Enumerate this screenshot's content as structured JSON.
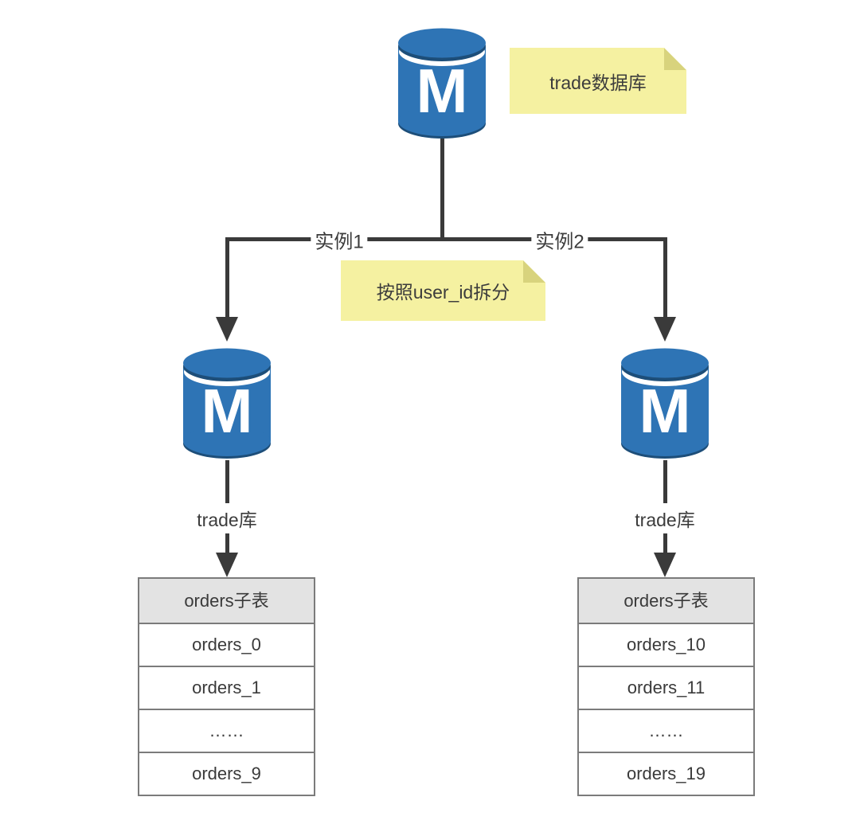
{
  "colors": {
    "line": "#3a3a3a",
    "note_bg": "#f5f1a1",
    "note_fold": "#d8d37d",
    "db_body_blue": "#2e74b5",
    "db_dark_blue": "#1d4e79",
    "table_header_bg": "#e3e3e3",
    "table_border": "#7b7b7b",
    "text": "#3b3b3b"
  },
  "root": {
    "icon_letter": "M",
    "note": "trade数据库"
  },
  "split_note": "按照user_id拆分",
  "branches": [
    {
      "instance_label": "实例1",
      "icon_letter": "M",
      "db_name": "trade库",
      "table": {
        "header": "orders子表",
        "rows": [
          "orders_0",
          "orders_1",
          "……",
          "orders_9"
        ]
      }
    },
    {
      "instance_label": "实例2",
      "icon_letter": "M",
      "db_name": "trade库",
      "table": {
        "header": "orders子表",
        "rows": [
          "orders_10",
          "orders_11",
          "……",
          "orders_19"
        ]
      }
    }
  ]
}
